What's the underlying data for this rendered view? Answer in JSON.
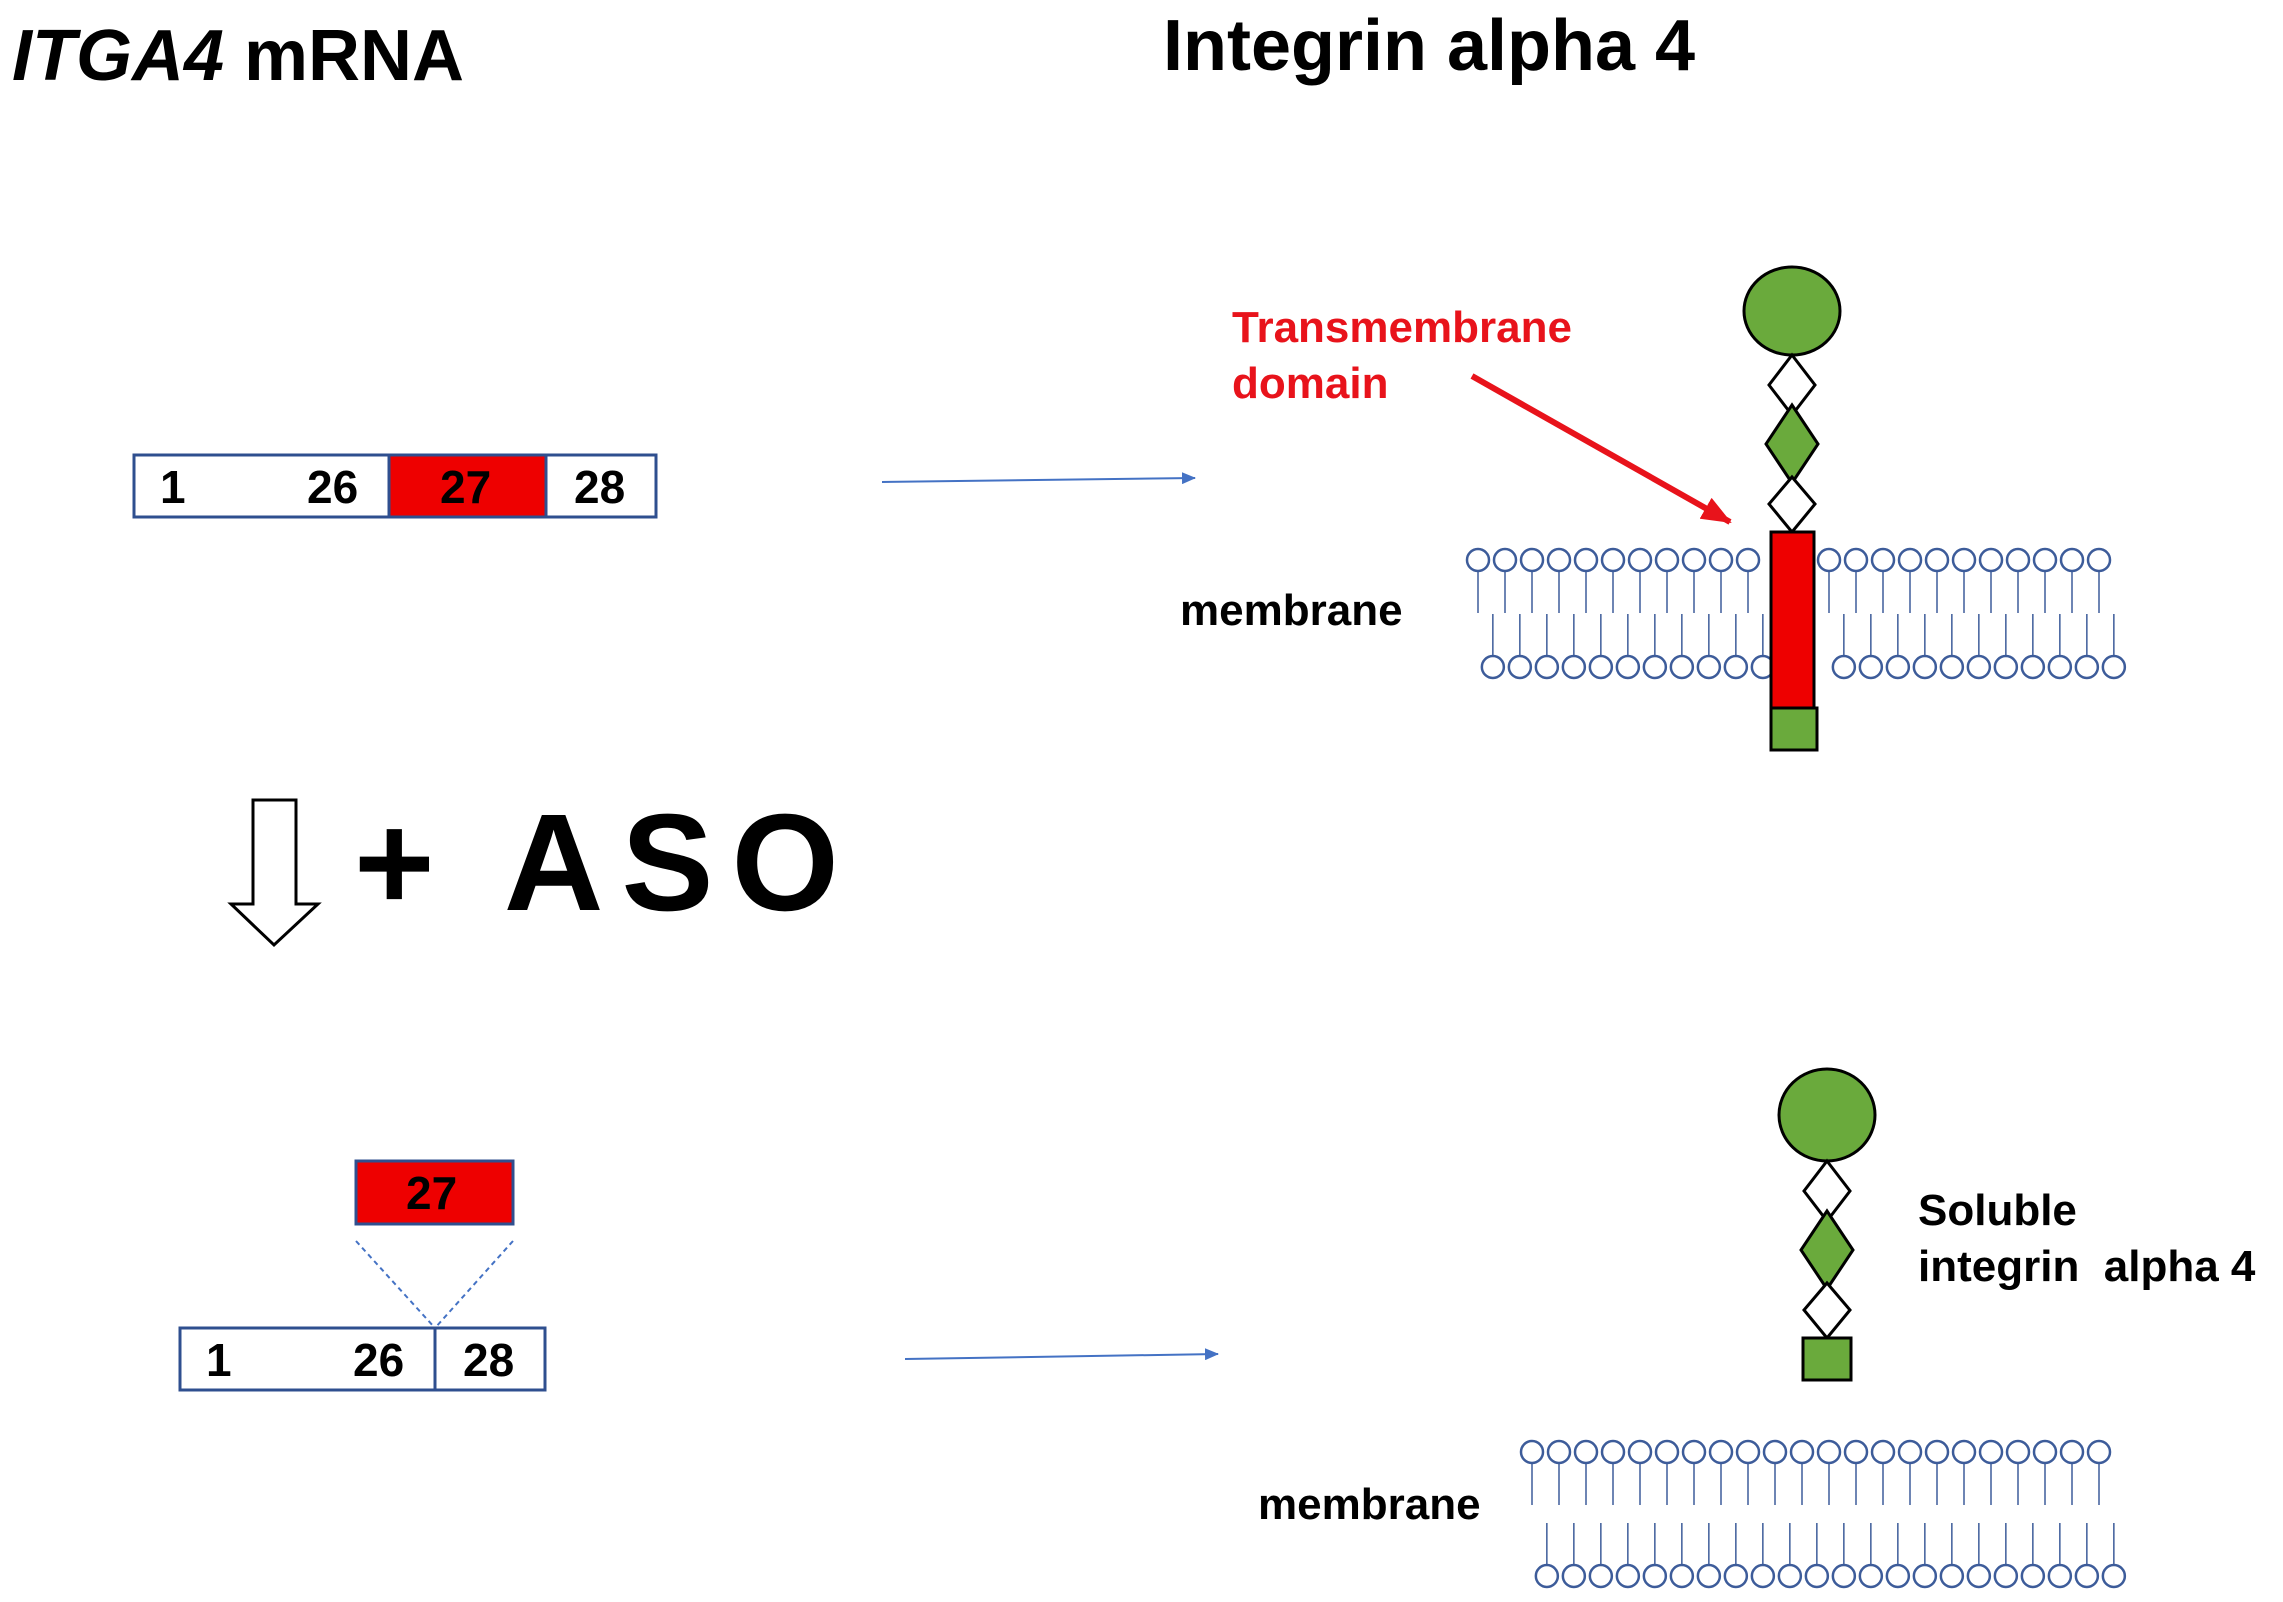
{
  "left_heading": {
    "gene": "ITGA4",
    "suffix": " mRNA"
  },
  "right_heading": "Integrin alpha 4",
  "mrna_top": {
    "exons": [
      "1",
      "26",
      "27",
      "28"
    ]
  },
  "aso_label": "+ ASO",
  "mrna_bottom": {
    "skipped_exon": "27",
    "exons": [
      "1",
      "26",
      "28"
    ]
  },
  "tm_label": {
    "line1": "Transmembrane",
    "line2": "domain"
  },
  "membrane_top_label": "membrane",
  "membrane_bottom_label": "membrane",
  "soluble_label": {
    "line1": "Soluble",
    "line2": "integrin  alpha 4"
  },
  "colors": {
    "exon_highlight": "#ee0000",
    "annotation_red": "#e8131b",
    "domain_green": "#6aaa3c",
    "lipid_blue": "#3d5c9a",
    "exon_border": "#2f4f8f",
    "arrow_blue": "#4472c4"
  },
  "icons": [
    "down-outline-arrow-icon",
    "right-arrow-icon"
  ]
}
